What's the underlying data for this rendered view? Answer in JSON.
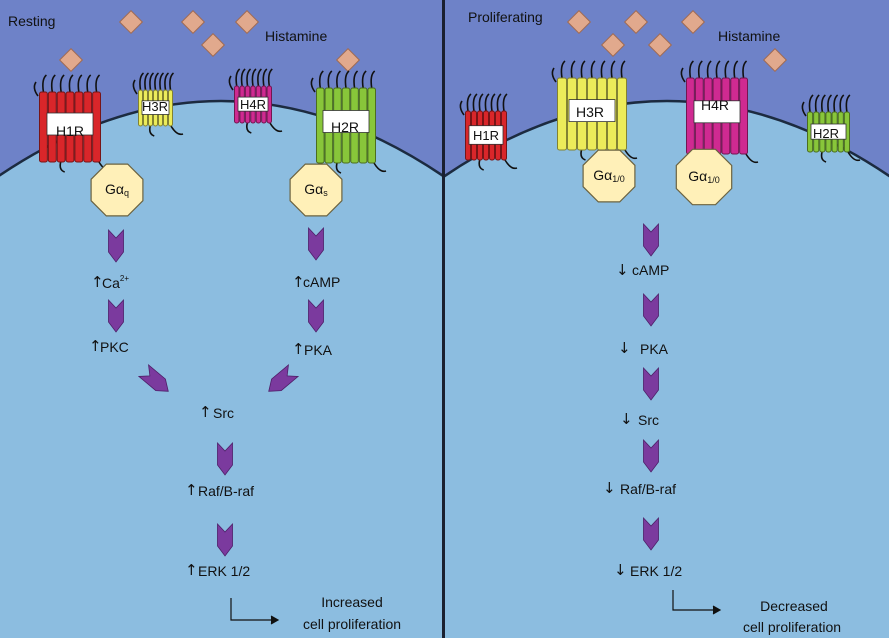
{
  "colors": {
    "extracellular": "#6e82c8",
    "cytoplasm": "#8cbde0",
    "cytoplasm_edge": "#1c2b40",
    "ligand": "#e1a98d",
    "cascade_arrow": "#7b3a9e",
    "g_protein": "#fff0b8",
    "H1R": "#d9262a",
    "H2R": "#88c63a",
    "H3R": "#ecec5a",
    "H4R": "#cf2a91"
  },
  "left": {
    "state": "Resting",
    "ligand": "Histamine",
    "receptors": {
      "h1r": "H1R",
      "h3r": "H3R",
      "h4r": "H4R",
      "h2r": "H2R"
    },
    "gproteins": {
      "q": {
        "base": "G",
        "sym": "α",
        "sub": "q"
      },
      "s": {
        "base": "G",
        "sym": "α",
        "sub": "s"
      }
    },
    "ca": {
      "name": "Ca",
      "sup": "2+"
    },
    "camp": "cAMP",
    "pkc": "PKC",
    "pka": "PKA",
    "src": "Src",
    "raf": "Raf/B-raf",
    "erk": "ERK 1/2",
    "outcome1": "Increased",
    "outcome2": "cell proliferation",
    "up_arrow": "↑"
  },
  "right": {
    "state": "Proliferating",
    "ligand": "Histamine",
    "receptors": {
      "h1r": "H1R",
      "h3r": "H3R",
      "h4r": "H4R",
      "h2r": "H2R"
    },
    "gproteins": {
      "i3": {
        "base": "G",
        "sym": "α",
        "sub": "1/0"
      },
      "i4": {
        "base": "G",
        "sym": "α",
        "sub": "1/0"
      }
    },
    "camp": "cAMP",
    "pka": "PKA",
    "src": "Src",
    "raf": "Raf/B-raf",
    "erk": "ERK 1/2",
    "outcome1": "Decreased",
    "outcome2": "cell proliferation",
    "down_arrow": "↓"
  }
}
